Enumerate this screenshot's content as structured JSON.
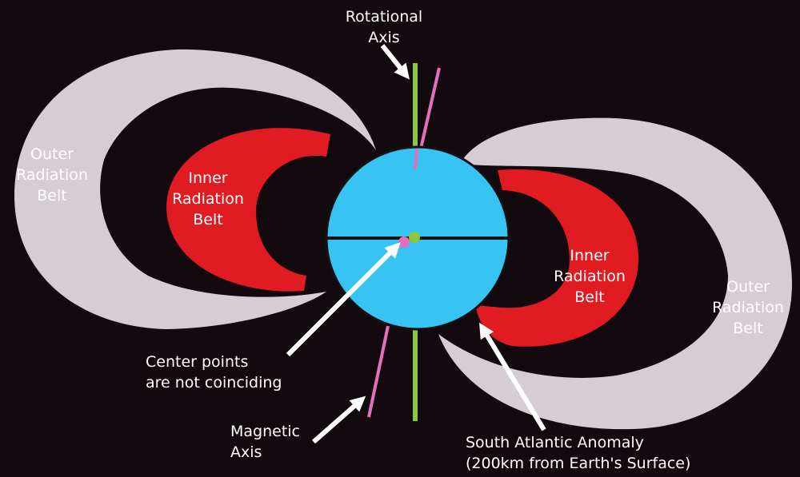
{
  "labels": {
    "rotational_axis": [
      "Rotational",
      "Axis"
    ],
    "magnetic_axis": [
      "Magnetic",
      "Axis"
    ],
    "outer_belt_left": [
      "Outer",
      "Radiation",
      "Belt"
    ],
    "outer_belt_right": [
      "Outer",
      "Radiation",
      "Belt"
    ],
    "inner_belt_left": [
      "Inner",
      "Radiation",
      "Belt"
    ],
    "inner_belt_right": [
      "Inner",
      "Radiation",
      "Belt"
    ],
    "center_points": [
      "Center points",
      "are not coinciding"
    ],
    "south_atlantic_anomaly": [
      "South Atlantic Anomaly",
      "(200km from Earth's Surface)"
    ]
  },
  "colors": {
    "background": "#120a0f",
    "earth": "#38c4f2",
    "outer_belt": "#d5cdd3",
    "inner_belt": "#e11b22",
    "rotational_axis": "#8dc63f",
    "magnetic_axis": "#e36fbf",
    "arrow": "#ffffff",
    "equator": "#111111"
  }
}
